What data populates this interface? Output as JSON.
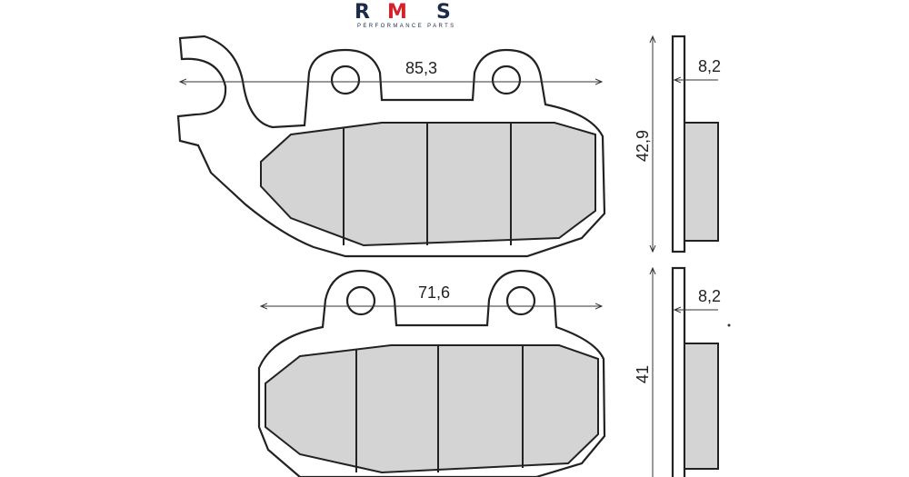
{
  "logo": {
    "brand": "RMS",
    "tagline": "PERFORMANCE PARTS",
    "colors": {
      "navy": "#1c2b4a",
      "red": "#d6202a"
    }
  },
  "top_pad": {
    "width_label": "85,3",
    "height_label": "42,9",
    "thickness_label": "8,2"
  },
  "bottom_pad": {
    "width_label": "71,6",
    "height_label": "41",
    "thickness_label": "8,2"
  },
  "colors": {
    "friction": "#d4d4d4",
    "outline": "#222222"
  }
}
